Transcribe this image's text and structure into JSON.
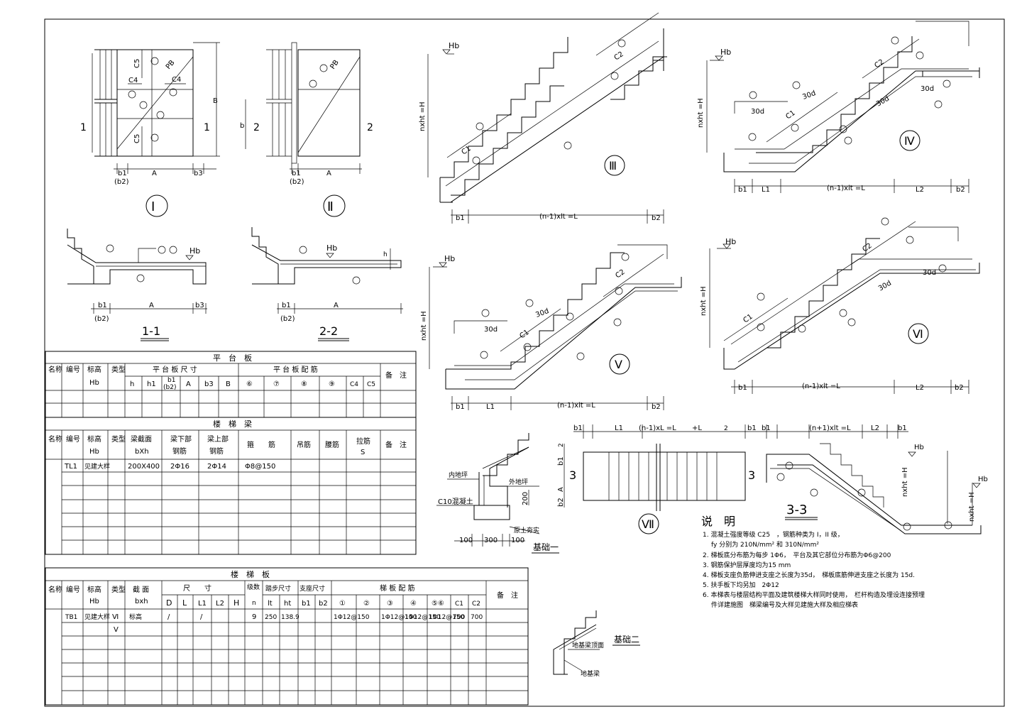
{
  "views": {
    "v1": {
      "title": "Ⅰ",
      "dims": {
        "b1": "b1",
        "b2": "(b2)",
        "b3": "b3",
        "A": "A",
        "B": "B"
      },
      "cut": "1",
      "labels": {
        "c5a": "C5",
        "c4a": "C4",
        "c4b": "C4",
        "c5b": "C5",
        "pb": "PB"
      }
    },
    "v2": {
      "title": "Ⅱ",
      "dims": {
        "b1": "b1",
        "b2": "(b2)",
        "A": "A",
        "b": "b"
      },
      "cut": "2",
      "labels": {
        "pb": "PB"
      }
    },
    "s11": {
      "title": "1-1",
      "labels": {
        "hb": "Hb",
        "b1": "b1",
        "b2": "(b2)",
        "A": "A",
        "b3": "b3"
      }
    },
    "s22": {
      "title": "2-2",
      "labels": {
        "hb": "Hb",
        "h": "h",
        "b1": "b1",
        "b2": "(b2)",
        "A": "A"
      }
    },
    "st3": {
      "title": "Ⅲ",
      "hb": "Hb",
      "hh": "nxht =H",
      "span": "(n-1)xlt =L",
      "b1": "b1",
      "b2": "b2",
      "c1": "C1",
      "c2": "C2"
    },
    "st4": {
      "title": "Ⅳ",
      "hb": "Hb",
      "hh": "nxht =H",
      "span": "(n-1)xlt =L",
      "b1": "b1",
      "l1": "L1",
      "l2": "L2",
      "b2": "b2",
      "d30a": "30d",
      "d30b": "30d",
      "d30c": "30d",
      "d30d": "30d",
      "c1": "C1",
      "c2": "C2"
    },
    "st5": {
      "title": "Ⅴ",
      "hb": "Hb",
      "hh": "nxht =H",
      "span": "(n-1)xlt =L",
      "b1": "b1",
      "l1": "L1",
      "b2": "b2",
      "d30a": "30d",
      "d30b": "30d",
      "c1": "C1",
      "c2": "C2"
    },
    "st6": {
      "title": "Ⅵ",
      "hb": "Hb",
      "hh": "nxht =H",
      "span": "(n-1)xlt =L",
      "b1": "b1",
      "l2": "L2",
      "b2": "b2",
      "d30a": "30d",
      "d30b": "30d",
      "c1": "C1",
      "c2": "C2"
    },
    "plan7": {
      "title": "Ⅶ",
      "cut": "3",
      "dims": {
        "b1a": "b1",
        "l1": "L1",
        "mid": "(n-1)xL =L",
        "plusl": "+L",
        "two": "2",
        "b1b": "b1",
        "two2": "2",
        "b1v": "b1",
        "av": "A",
        "b2v": "b2"
      }
    },
    "s33": {
      "title": "3-3",
      "dims": {
        "b1a": "b1",
        "mid": "(n+1)xlt =L",
        "l2": "L2",
        "b1b": "b1",
        "hb1": "Hb",
        "hb2": "Hb",
        "hh1": "nxht =H",
        "hh2": "nxht =H"
      }
    },
    "found1": {
      "title": "基础一",
      "labels": {
        "top": "内地坪",
        "out": "外地坪",
        "c10": "C10混凝土",
        "h200": "200",
        "soil": "原土夯实",
        "w100a": "100",
        "w300": "300",
        "w100b": "100"
      }
    },
    "found2": {
      "title": "基础二",
      "labels": {
        "beam": "地基梁顶面",
        "base": "地基梁"
      }
    }
  },
  "notes": {
    "title": "说　明",
    "items": [
      "1. 混凝土强度等级 C25　，钢筋种类为 I，II 级，",
      "fy 分别为 210N/mm² 和 310N/mm²",
      "2. 梯板底分布筋为每步 1Φ6，　平台及其它部位分布筋为Φ6@200",
      "3. 钢筋保护层厚度均为15 mm",
      "4. 梯板支座负筋伸进支座之长度为35d，　梯板底筋伸进支座之长度为 15d.",
      "5. 扶手板下均另加　2Φ12",
      "6. 本梯表与楼层结构平面及建筑楼梯大样同时使用，　栏杆构造及埋设连接预埋",
      "件详建施图　梯梁编号及大样见建施大样及相应梯表"
    ]
  },
  "table1": {
    "title": "平　台　板",
    "headers": {
      "name": "名称",
      "code": "编号",
      "elev": "标高",
      "elev2": "Hb",
      "type": "类型",
      "size": "平 台 板 尺 寸",
      "rebar": "平 台 板 配 筋",
      "remark": "备　注"
    },
    "sub": [
      "h",
      "h1",
      "b1",
      "(b2)",
      "A",
      "b3",
      "B",
      "⑥",
      "⑦",
      "⑧",
      "⑨",
      "C4",
      "C5"
    ]
  },
  "table2": {
    "title": "楼　梯　梁",
    "headers": {
      "name": "名称",
      "code": "编号",
      "elev": "标高",
      "elev2": "Hb",
      "type": "类型",
      "sec": "梁截面",
      "sec2": "bXh",
      "bot": "梁下部",
      "bot2": "钢筋",
      "top": "梁上部",
      "top2": "钢筋",
      "stir": "箍　　筋",
      "hang": "吊筋",
      "waist": "腰筋",
      "tie": "拉筋",
      "tie2": "S",
      "remark": "备　注"
    },
    "row": {
      "code": "TL1",
      "elev": "见建大样",
      "sec": "200X400",
      "bot": "2Φ16",
      "top": "2Φ14",
      "stir": "Φ8@150"
    }
  },
  "table3": {
    "title": "楼　梯　板",
    "headers": {
      "name": "名称",
      "code": "编号",
      "elev": "标高",
      "elev2": "Hb",
      "type": "类型",
      "sec": "截 面",
      "sec2": "bxh",
      "size": "尺　　寸",
      "steps": "级数",
      "steps2": "n",
      "step": "踏步尺寸",
      "support": "支座尺寸",
      "rebar": "梯 板 配 筋",
      "remark": "备　注"
    },
    "sub": [
      "D",
      "L",
      "L1",
      "L2",
      "H",
      "lt",
      "ht",
      "b1",
      "b2",
      "①",
      "②",
      "③",
      "④",
      "⑤⑥",
      "C1",
      "C2"
    ],
    "row": {
      "code": "TB1",
      "type": "Ⅵ",
      "type2": "Ⅴ",
      "elev": "见建大样",
      "d": "/",
      "l1": "/",
      "n": "9",
      "lt": "250",
      "ht": "138.9",
      "r1": "1Φ12@150",
      "r3": "1Φ12@150",
      "r4": "1Φ12@150",
      "r56": "1Φ12@150",
      "c1": "700",
      "c2": "700"
    }
  }
}
